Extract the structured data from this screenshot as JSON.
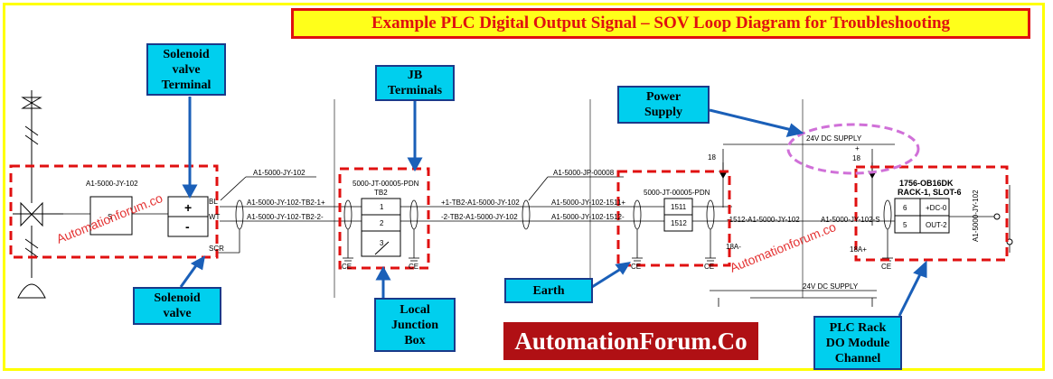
{
  "title": "Example PLC Digital Output Signal – SOV Loop Diagram for Troubleshooting",
  "brand": "AutomationForum.Co",
  "watermarks": [
    "Automationforum.co",
    "Automationforum.co"
  ],
  "callouts": {
    "solenoid_terminal": "Solenoid\nvalve\nTerminal",
    "jb_terminals": "JB\nTerminals",
    "power_supply": "Power\nSupply",
    "solenoid_valve": "Solenoid\nvalve",
    "local_jb": "Local\nJunction\nBox",
    "earth": "Earth",
    "plc_rack": "PLC Rack\nDO Module\nChannel"
  },
  "labels": {
    "sov_tag": "A1-5000-JY-102",
    "sov_symbol": "S",
    "plus": "+",
    "minus": "-",
    "bl": "BL",
    "wt": "WT",
    "scr": "SCR",
    "cable1": "A1-5000-JY-102",
    "wire1": "A1-5000-JY-102-TB2-1+",
    "wire2": "A1-5000-JY-102-TB2-2-",
    "jb_tag": "5000-JT-00005-PDN",
    "tb2": "TB2",
    "t1": "1",
    "t2": "2",
    "t3": "3",
    "ce": "CE",
    "cable2": "A1-5000-JP-00008",
    "wire3": "+1-TB2-A1-5000-JY-102",
    "wire4": "-2-TB2-A1-5000-JY-102",
    "wire5": "A1-5000-JY-102-1511+",
    "wire6": "A1-5000-JY-102-1512-",
    "mjb_tag": "5000-JT-00005-PDN",
    "t1511": "1511",
    "t1512": "1512",
    "n18": "18",
    "supply_top": "24V DC SUPPLY",
    "supply_plus": "+",
    "supply_18": "18",
    "wire7": "-1512-A1-5000-JY-102",
    "wire8": "A1-5000-JY-102-S",
    "n18a_minus": "18A-",
    "n18a_plus": "18A+",
    "card_model": "1756-OB16DK",
    "card_slot": "RACK-1, SLOT-6",
    "pin6": "6",
    "pin5": "5",
    "dc0": "+DC-0",
    "out2": "OUT-2",
    "vert_tag": "A1-5000-JY-102",
    "supply_bottom": "24V DC SUPPLY"
  }
}
